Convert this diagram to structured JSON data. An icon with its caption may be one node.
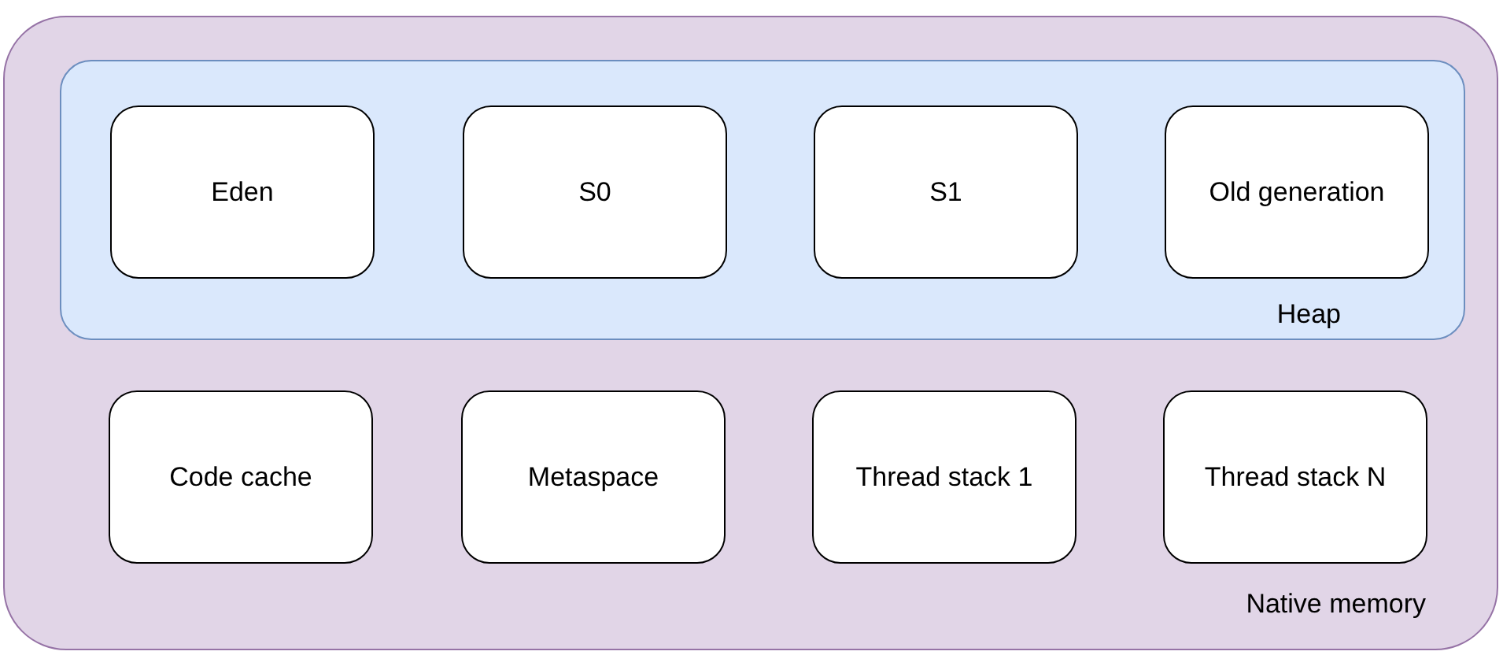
{
  "diagram": {
    "nodes": [
      {
        "text": [
          "Native memory"
        ]
      },
      {
        "text": [
          "Heap"
        ],
        "in": 0
      },
      {
        "text": [
          "Eden"
        ],
        "in": 1
      },
      {
        "text": [
          "S0"
        ],
        "in": 1
      },
      {
        "text": [
          "S1"
        ],
        "in": 1
      },
      {
        "text": [
          "Old generation"
        ],
        "in": 1
      },
      {
        "text": [
          "Code cache"
        ],
        "in": 0
      },
      {
        "text": [
          "Metaspace"
        ],
        "in": 0
      },
      {
        "text": [
          "Thread stack 1"
        ],
        "in": 0
      },
      {
        "text": [
          "Thread stack N"
        ],
        "in": 0
      }
    ]
  }
}
